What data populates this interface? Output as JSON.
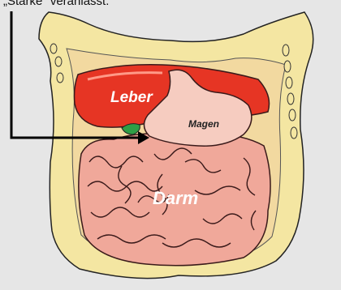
{
  "caption": "„Stärke\" veranlasst.",
  "labels": {
    "liver": "Leber",
    "stomach": "Magen",
    "intestine": "Darm"
  },
  "colors": {
    "background": "#e6e6e6",
    "body_wall": "#f4e6a2",
    "liver": "#e63524",
    "stomach": "#f6ccc0",
    "intestine": "#f0a89a",
    "gallbladder": "#2f9e46",
    "arrow": "#000000"
  }
}
